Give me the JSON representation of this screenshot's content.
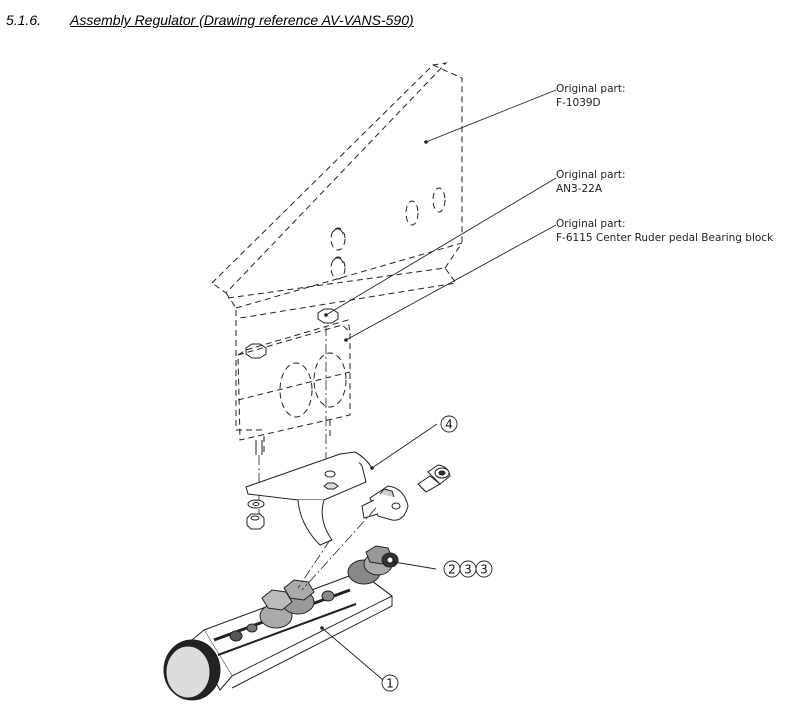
{
  "heading": {
    "number": "5.1.6.",
    "title": "Assembly Regulator (Drawing reference AV-VANS-590)"
  },
  "callouts": [
    {
      "line1": "Original part:",
      "line2": "F-1039D"
    },
    {
      "line1": "Original part:",
      "line2": "AN3-22A"
    },
    {
      "line1": "Original part:",
      "line2": "F-6115 Center Ruder pedal Bearing block"
    }
  ],
  "balloons": {
    "regulator": "1",
    "fittings": [
      "2",
      "3",
      "3"
    ],
    "bracket": "4"
  }
}
